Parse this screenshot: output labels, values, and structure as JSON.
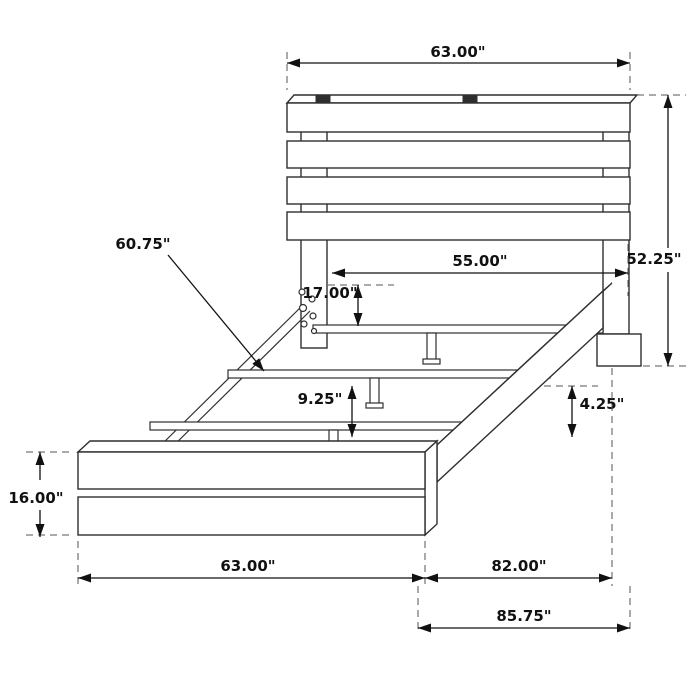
{
  "diagram": {
    "type": "furniture-dimension-drawing",
    "subject": "platform bed with plank headboard and footboard",
    "units": "inches"
  },
  "dims": {
    "headboard_width": "63.00\"",
    "headboard_height": "52.25\"",
    "inner_width": "55.00\"",
    "slat_height": "17.00\"",
    "slat_rail_length": "60.75\"",
    "slat_clearance": "9.25\"",
    "side_rail_width": "4.25\"",
    "footboard_height": "16.00\"",
    "footboard_width": "63.00\"",
    "side_rail_length": "82.00\"",
    "overall_length": "85.75\""
  }
}
